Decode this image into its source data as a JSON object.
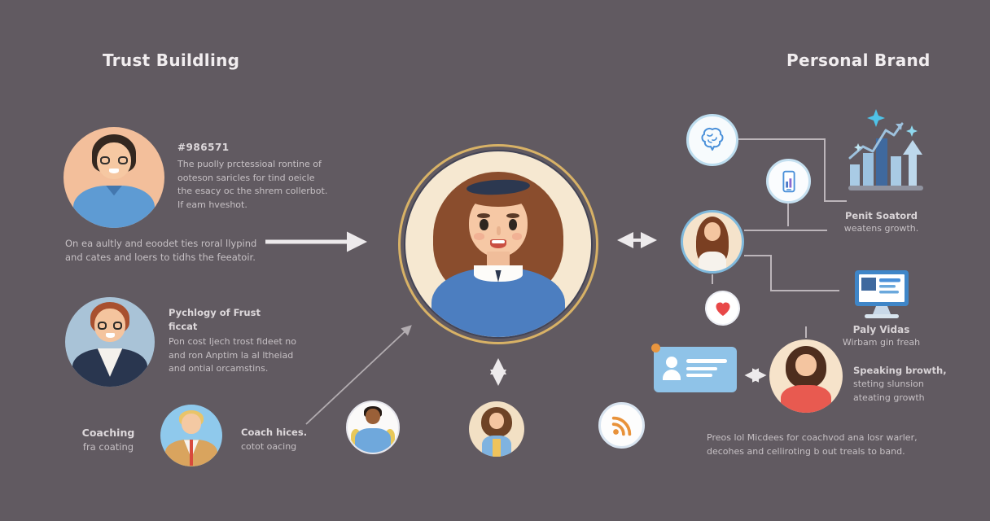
{
  "titles": {
    "trust": "Trust Buildling",
    "brand": "Personal Brand"
  },
  "left": {
    "profile1_heading": "#986571",
    "profile1_body": "The puolly prctessioal rontine of\nooteson saricles for tind oeicle\nthe esacy oc the shrem collerbot.\nIf eam hveshot.",
    "note": "On ea aultly and eoodet ties roral llypind\nand cates and loers to tidhs the feeatoir.",
    "profile2_heading": "Pychlogy of Frust\nficcat",
    "profile2_body": "Pon cost ljech trost fideet no\nand ron Anptim la al ltheiad\nand ontial orcamstins.",
    "coaching_title": "Coaching",
    "coaching_sub": "fra coating",
    "coach2_title": "Coach hices.",
    "coach2_sub": "cotot oacing"
  },
  "right": {
    "stat1_title": "Penit Soatord",
    "stat1_sub": "weatens growth.",
    "videos_title": "Paly Vidas",
    "videos_sub": "Wirbam gin freah",
    "speaking_title": "Speaking browth,",
    "speaking_body": "steting slunsion\nateating growth",
    "footer": "Preos lol Micdees for coachvod ana losr warler,\ndecohes and celliroting b out treals to band."
  },
  "icons": {
    "brain": "brain-icon",
    "phone_chart": "phone-analytics-icon",
    "growth_chart": "growth-bars-sparkle-icon",
    "heart": "heart-icon",
    "monitor": "monitor-content-icon",
    "profile_card": "profile-card-icon",
    "rss": "rss-feed-icon"
  },
  "colors": {
    "background": "#615a61",
    "text_primary": "#f1edef",
    "text_secondary": "#c6c0c4",
    "accent_blue": "#4a90d9",
    "accent_gold": "#d8b266",
    "heart_red": "#e84848",
    "rss_orange": "#e8923a",
    "center_circle_fill": "#f6e8d1"
  }
}
